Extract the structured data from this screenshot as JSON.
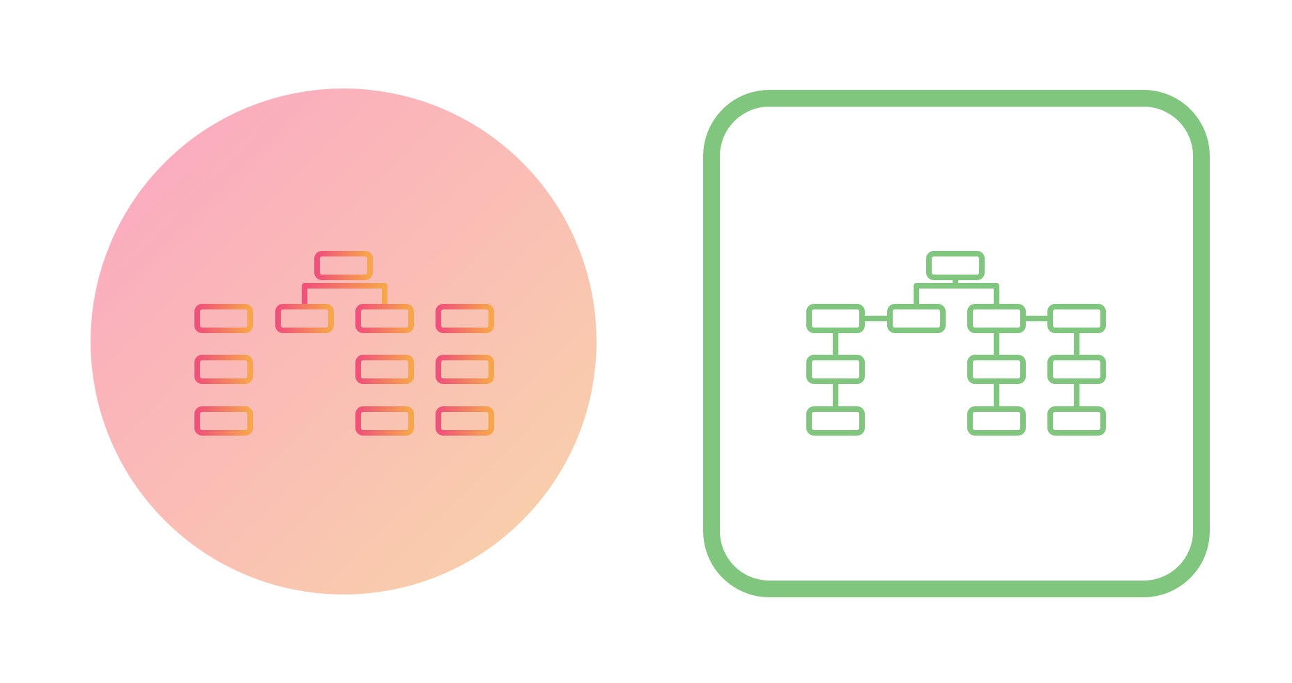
{
  "icons": [
    {
      "name": "sitemap-icon-gradient",
      "variant": "gradient-circle",
      "background": {
        "shape": "circle",
        "gradient_start": "#fba6c2",
        "gradient_end": "#f8d4a8"
      },
      "stroke": {
        "gradient_start": "#f0507a",
        "gradient_end": "#f7a74a"
      }
    },
    {
      "name": "sitemap-icon-outline",
      "variant": "outlined-rounded-square",
      "frame_color": "#80c67f",
      "stroke_color": "#80c67f"
    }
  ]
}
